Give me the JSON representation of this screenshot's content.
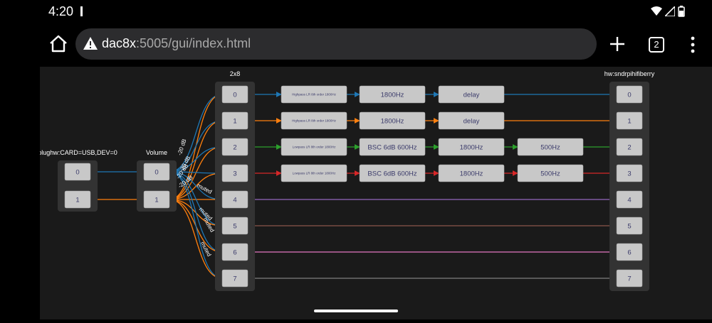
{
  "status": {
    "time": "4:20"
  },
  "browser": {
    "url_host": "dac8x",
    "url_rest": ":5005/gui/index.html",
    "tab_count": "2"
  },
  "graph": {
    "input_device": "plughw:CARD=USB,DEV=0",
    "volume_label": "Volume",
    "mixer_label": "2x8",
    "output_device": "hw:sndrpihifiberry",
    "input_channels": [
      "0",
      "1"
    ],
    "volume_channels": [
      "0",
      "1"
    ],
    "mixer_channels": [
      "0",
      "1",
      "2",
      "3",
      "4",
      "5",
      "6",
      "7"
    ],
    "output_channels": [
      "0",
      "1",
      "2",
      "3",
      "4",
      "5",
      "6",
      "7"
    ],
    "mix_labels": [
      "-20 dB",
      "-20 dB",
      "-20 dB",
      "-20 dB",
      "muted",
      "muted",
      "muted",
      "muted"
    ],
    "filters": {
      "ch0": [
        "Highpass LR 8th order 1800Hz",
        "1800Hz",
        "delay"
      ],
      "ch1": [
        "Highpass LR 8th order 1800Hz",
        "1800Hz",
        "delay"
      ],
      "ch2": [
        "Lowpass LR 8th order 1800Hz",
        "BSC 6dB 600Hz",
        "1800Hz",
        "500Hz"
      ],
      "ch3": [
        "Lowpass LR 8th order 1800Hz",
        "BSC 6dB 600Hz",
        "1800Hz",
        "500Hz"
      ]
    },
    "colors": {
      "ch0": "#1f77b4",
      "ch1": "#ff7f0e",
      "ch2": "#2ca02c",
      "ch3": "#d62728",
      "ch4": "#9467bd",
      "ch5": "#8c564b",
      "ch6": "#e377c2",
      "ch7": "#7f7f7f"
    }
  }
}
